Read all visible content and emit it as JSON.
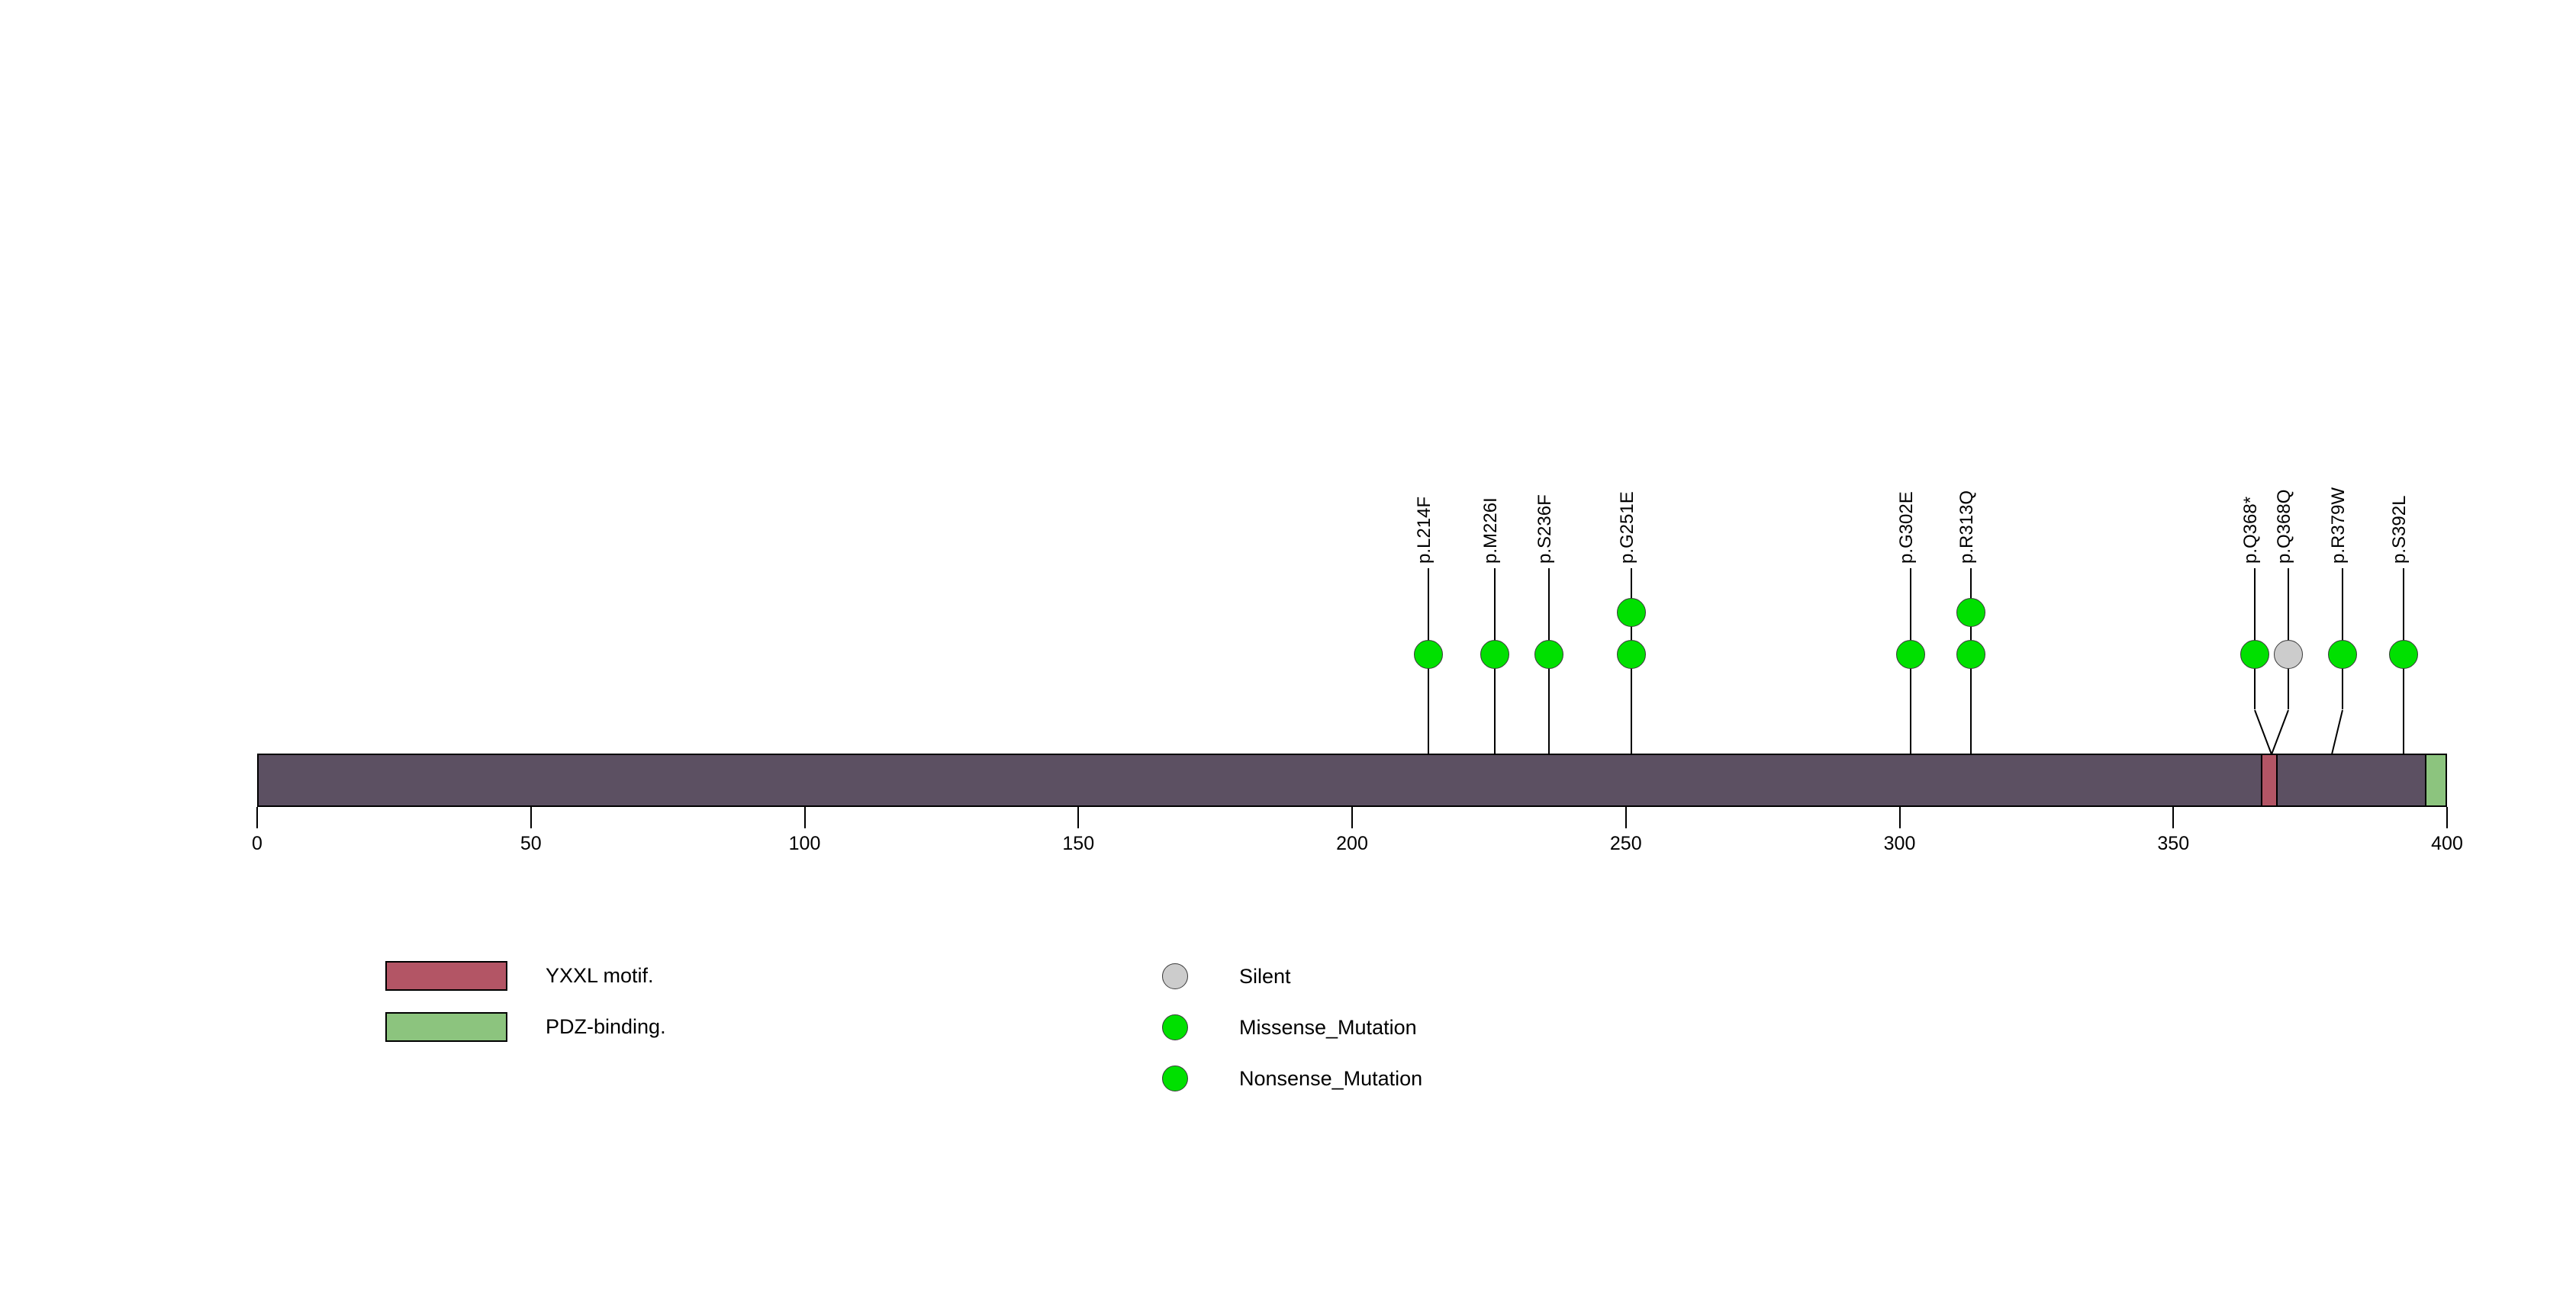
{
  "chart_data": {
    "type": "lollipop",
    "title": "",
    "xlabel": "",
    "ylabel": "",
    "xlim": [
      0,
      400
    ],
    "protein_length": 400,
    "axis_ticks": [
      {
        "value": 0,
        "label": "0"
      },
      {
        "value": 50,
        "label": "50"
      },
      {
        "value": 100,
        "label": "100"
      },
      {
        "value": 150,
        "label": "150"
      },
      {
        "value": 200,
        "label": "200"
      },
      {
        "value": 250,
        "label": "250"
      },
      {
        "value": 300,
        "label": "300"
      },
      {
        "value": 350,
        "label": "350"
      },
      {
        "value": 400,
        "label": "400"
      }
    ],
    "backbone_color": "#5c5062",
    "domains": [
      {
        "name": "YXXL motif.",
        "start": 366,
        "end": 369,
        "color": "#b35565"
      },
      {
        "name": "PDZ-binding.",
        "start": 396,
        "end": 400,
        "color": "#8cc47e"
      }
    ],
    "mutations": [
      {
        "label": "p.L214F",
        "position": 214,
        "count": 1,
        "type": "Missense_Mutation",
        "color": "#00e000",
        "stem_kink": 0
      },
      {
        "label": "p.M226I",
        "position": 226,
        "count": 1,
        "type": "Missense_Mutation",
        "color": "#00e000",
        "stem_kink": 0
      },
      {
        "label": "p.S236F",
        "position": 236,
        "count": 1,
        "type": "Missense_Mutation",
        "color": "#00e000",
        "stem_kink": 0
      },
      {
        "label": "p.G251E",
        "position": 251,
        "count": 2,
        "type": "Missense_Mutation",
        "color": "#00e000",
        "stem_kink": 0
      },
      {
        "label": "p.G302E",
        "position": 302,
        "count": 1,
        "type": "Missense_Mutation",
        "color": "#00e000",
        "stem_kink": 0
      },
      {
        "label": "p.R313Q",
        "position": 313,
        "count": 2,
        "type": "Missense_Mutation",
        "color": "#00e000",
        "stem_kink": 0
      },
      {
        "label": "p.Q368*",
        "position": 368,
        "count": 1,
        "type": "Nonsense_Mutation",
        "color": "#00e000",
        "stem_kink": 1
      },
      {
        "label": "p.Q368Q",
        "position": 368,
        "count": 1,
        "type": "Silent",
        "color": "#cccccc",
        "stem_kink": -1
      },
      {
        "label": "p.R379W",
        "position": 379,
        "count": 1,
        "type": "Missense_Mutation",
        "color": "#00e000",
        "stem_kink": 1
      },
      {
        "label": "p.S392L",
        "position": 392,
        "count": 1,
        "type": "Missense_Mutation",
        "color": "#00e000",
        "stem_kink": 0
      }
    ],
    "legend_domains": [
      {
        "label": "YXXL motif.",
        "color": "#b35565"
      },
      {
        "label": "PDZ-binding.",
        "color": "#8cc47e"
      }
    ],
    "legend_types": [
      {
        "label": "Silent",
        "color": "#cccccc"
      },
      {
        "label": "Missense_Mutation",
        "color": "#00e000"
      },
      {
        "label": "Nonsense_Mutation",
        "color": "#00e000"
      }
    ]
  }
}
